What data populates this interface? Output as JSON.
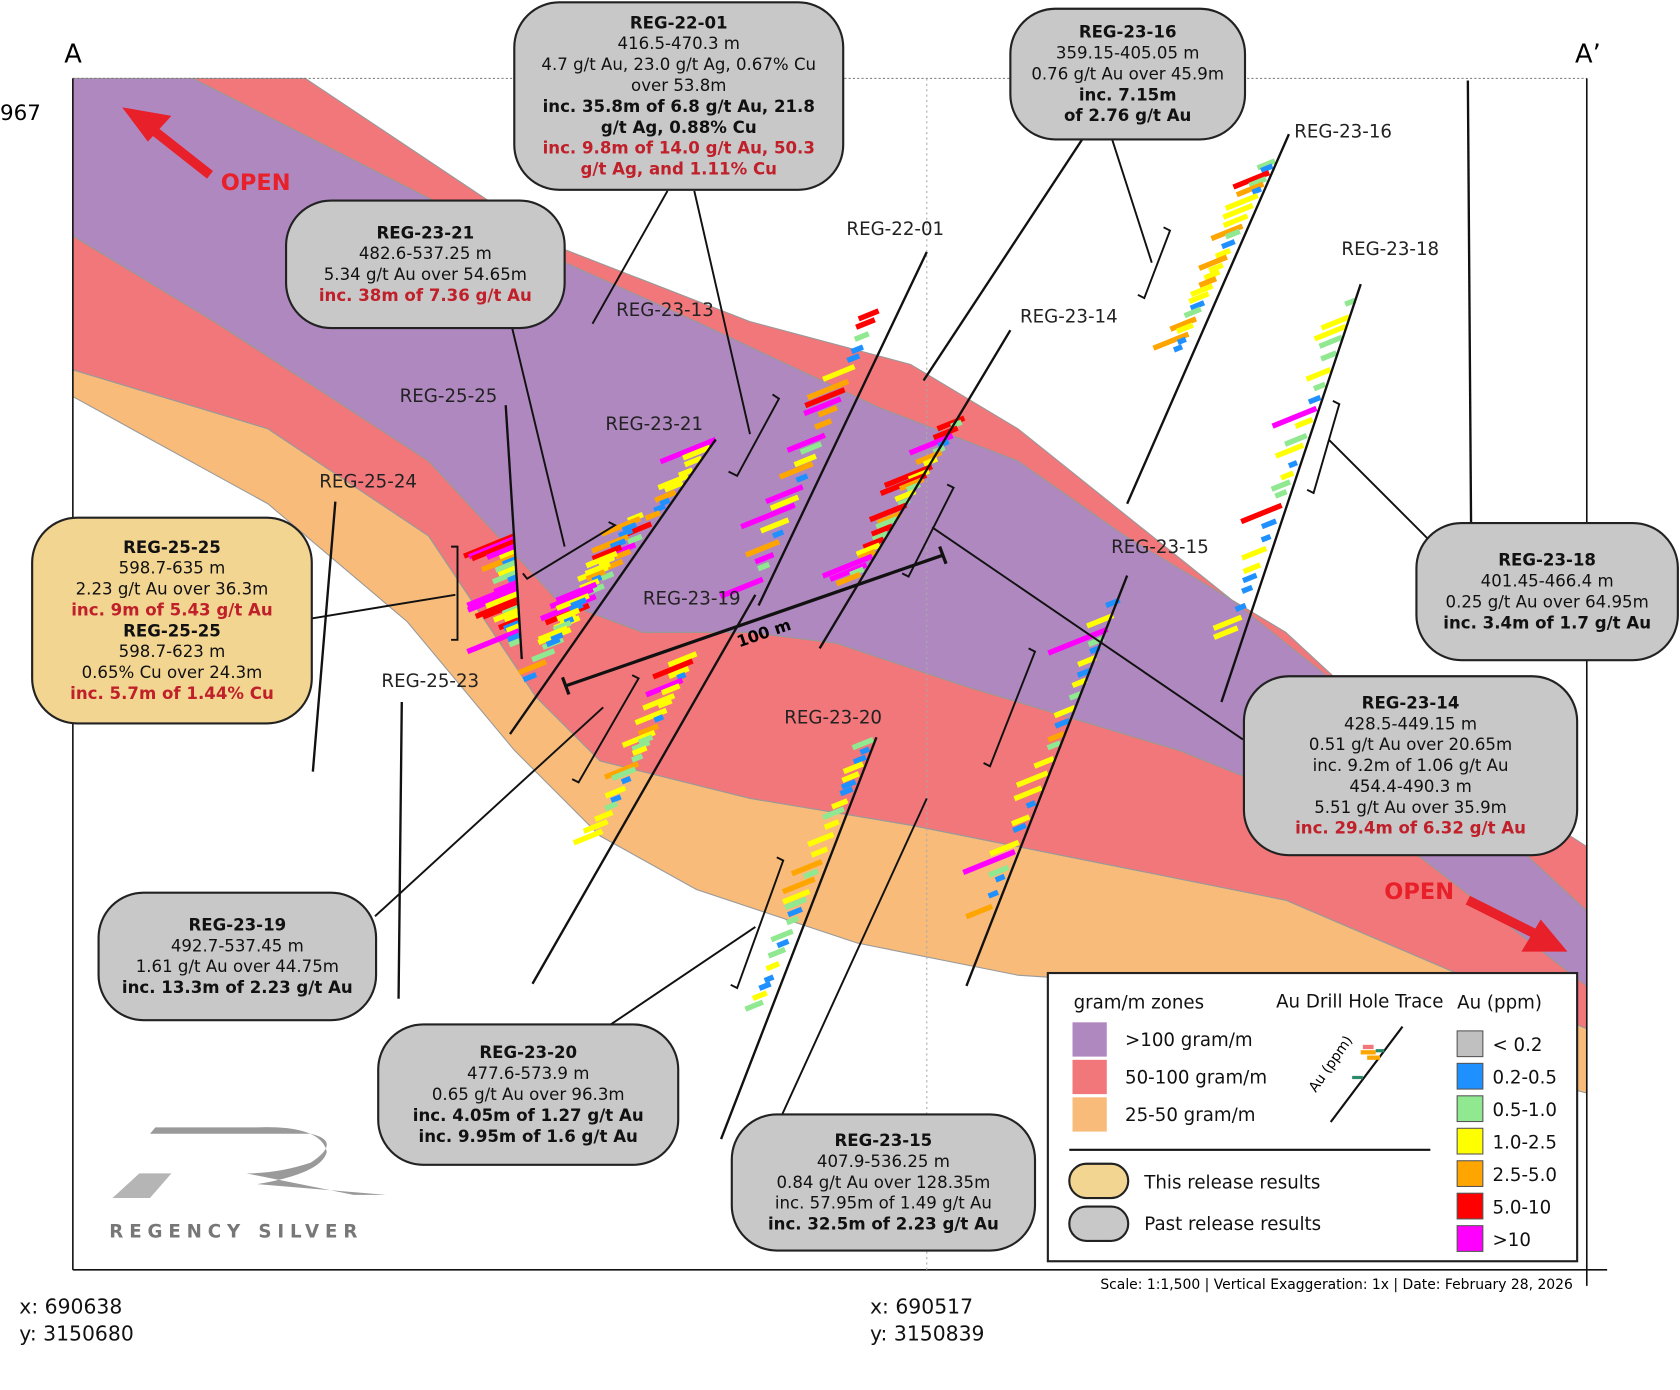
{
  "section": {
    "start_label": "A",
    "end_label": "A’",
    "elevation_label": "967",
    "open_label": "OPEN",
    "scale_bar_label": "100 m"
  },
  "zone_colors": {
    "gt100": "#b088c0",
    "g50_100": "#f2777a",
    "g25_50": "#f8bb7a",
    "this_release": "#f3d592",
    "past_release": "#c8c8c8",
    "accent_red": "#e8202a"
  },
  "hole_labels": [
    "REG-22-01",
    "REG-23-16",
    "REG-23-18",
    "REG-23-13",
    "REG-23-14",
    "REG-25-25",
    "REG-23-21",
    "REG-25-24",
    "REG-23-15",
    "REG-23-19",
    "REG-25-23",
    "REG-23-20"
  ],
  "callouts": [
    {
      "id": "reg-22-01",
      "type": "past",
      "lines": [
        {
          "t": "REG-22-01",
          "s": "b"
        },
        {
          "t": "416.5-470.3 m",
          "s": "n"
        },
        {
          "t": "4.7 g/t Au, 23.0 g/t Ag, 0.67% Cu",
          "s": "n"
        },
        {
          "t": "over 53.8m",
          "s": "n"
        },
        {
          "t": "inc. 35.8m of 6.8 g/t Au, 21.8",
          "s": "b"
        },
        {
          "t": "g/t Ag, 0.88% Cu",
          "s": "b"
        },
        {
          "t": "inc. 9.8m of 14.0 g/t Au, 50.3",
          "s": "r"
        },
        {
          "t": "g/t Ag, and 1.11% Cu",
          "s": "r"
        }
      ]
    },
    {
      "id": "reg-23-16",
      "type": "past",
      "lines": [
        {
          "t": "REG-23-16",
          "s": "b"
        },
        {
          "t": "359.15-405.05 m",
          "s": "n"
        },
        {
          "t": "0.76 g/t Au over 45.9m",
          "s": "n"
        },
        {
          "t": "inc. 7.15m",
          "s": "b"
        },
        {
          "t": "of 2.76 g/t Au",
          "s": "b"
        }
      ]
    },
    {
      "id": "reg-23-21",
      "type": "past",
      "lines": [
        {
          "t": "REG-23-21",
          "s": "b"
        },
        {
          "t": "482.6-537.25 m",
          "s": "n"
        },
        {
          "t": "5.34 g/t Au over 54.65m",
          "s": "n"
        },
        {
          "t": "inc. 38m of 7.36 g/t Au",
          "s": "r"
        }
      ]
    },
    {
      "id": "reg-25-25",
      "type": "this",
      "lines": [
        {
          "t": "REG-25-25",
          "s": "b"
        },
        {
          "t": "598.7-635 m",
          "s": "n"
        },
        {
          "t": "2.23 g/t Au over 36.3m",
          "s": "n"
        },
        {
          "t": "inc. 9m of 5.43 g/t Au",
          "s": "r"
        },
        {
          "t": "REG-25-25",
          "s": "b"
        },
        {
          "t": "598.7-623 m",
          "s": "n"
        },
        {
          "t": "0.65% Cu over 24.3m",
          "s": "n"
        },
        {
          "t": "inc. 5.7m of 1.44% Cu",
          "s": "r"
        }
      ]
    },
    {
      "id": "reg-23-18",
      "type": "past",
      "lines": [
        {
          "t": "REG-23-18",
          "s": "b"
        },
        {
          "t": "401.45-466.4 m",
          "s": "n"
        },
        {
          "t": "0.25 g/t Au over 64.95m",
          "s": "n"
        },
        {
          "t": "inc. 3.4m of 1.7 g/t Au",
          "s": "b"
        }
      ]
    },
    {
      "id": "reg-23-14",
      "type": "past",
      "lines": [
        {
          "t": "REG-23-14",
          "s": "b"
        },
        {
          "t": "428.5-449.15 m",
          "s": "n"
        },
        {
          "t": "0.51 g/t Au over 20.65m",
          "s": "n"
        },
        {
          "t": "inc. 9.2m of 1.06 g/t Au",
          "s": "n"
        },
        {
          "t": "454.4-490.3 m",
          "s": "n"
        },
        {
          "t": "5.51 g/t Au over 35.9m",
          "s": "n"
        },
        {
          "t": "inc. 29.4m of 6.32 g/t Au",
          "s": "r"
        }
      ]
    },
    {
      "id": "reg-23-19",
      "type": "past",
      "lines": [
        {
          "t": "REG-23-19",
          "s": "b"
        },
        {
          "t": "492.7-537.45 m",
          "s": "n"
        },
        {
          "t": "1.61 g/t Au over 44.75m",
          "s": "n"
        },
        {
          "t": "inc. 13.3m of 2.23 g/t Au",
          "s": "b"
        }
      ]
    },
    {
      "id": "reg-23-20",
      "type": "past",
      "lines": [
        {
          "t": "REG-23-20",
          "s": "b"
        },
        {
          "t": "477.6-573.9 m",
          "s": "n"
        },
        {
          "t": "0.65 g/t Au over 96.3m",
          "s": "n"
        },
        {
          "t": "inc. 4.05m of 1.27 g/t Au",
          "s": "b"
        },
        {
          "t": "inc. 9.95m of 1.6 g/t Au",
          "s": "b"
        }
      ]
    },
    {
      "id": "reg-23-15",
      "type": "past",
      "lines": [
        {
          "t": "REG-23-15",
          "s": "b"
        },
        {
          "t": "407.9-536.25 m",
          "s": "n"
        },
        {
          "t": "0.84 g/t Au over 128.35m",
          "s": "n"
        },
        {
          "t": "inc. 57.95m of 1.49 g/t Au",
          "s": "n"
        },
        {
          "t": "inc. 32.5m of 2.23 g/t Au",
          "s": "b"
        }
      ]
    }
  ],
  "legend": {
    "zones_title": "gram/m zones",
    "zones": [
      {
        "label": ">100 gram/m",
        "color": "#b088c0"
      },
      {
        "label": "50-100 gram/m",
        "color": "#f2777a"
      },
      {
        "label": "25-50 gram/m",
        "color": "#f8bb7a"
      }
    ],
    "trace_title": "Au Drill Hole Trace",
    "trace_axis_label": "Au (ppm)",
    "release": [
      {
        "label": "This release results",
        "color": "#f3d592"
      },
      {
        "label": "Past release results",
        "color": "#c8c8c8"
      }
    ],
    "au_title": "Au (ppm)",
    "au_classes": [
      {
        "label": "< 0.2",
        "color": "#c0c0c0"
      },
      {
        "label": "0.2-0.5",
        "color": "#1e90ff"
      },
      {
        "label": "0.5-1.0",
        "color": "#90e890"
      },
      {
        "label": "1.0-2.5",
        "color": "#ffff00"
      },
      {
        "label": "2.5-5.0",
        "color": "#ffa500"
      },
      {
        "label": "5.0-10",
        "color": "#ff0000"
      },
      {
        "label": ">10",
        "color": "#ff00ff"
      }
    ]
  },
  "footer": {
    "info": "Scale: 1:1,500  |  Vertical Exaggeration: 1x  |   Date: February 28, 2026",
    "left_x": "x: 690638",
    "left_y": "y: 3150680",
    "mid_x": "x: 690517",
    "mid_y": "y: 3150839"
  },
  "logo": {
    "text": "REGENCY SILVER"
  }
}
